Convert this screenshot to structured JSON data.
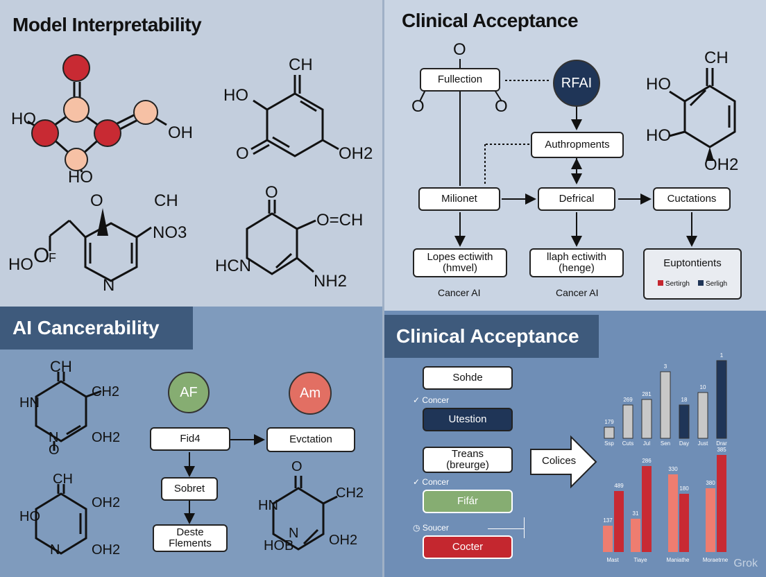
{
  "q1": {
    "title": "Model Interpretability",
    "mol1": {
      "ho_left": "HO",
      "oh_right": "OH",
      "ho_bottom": "HO"
    },
    "mol2": {
      "ch": "CH",
      "ho": "HO",
      "o": "O",
      "oh2": "OH2"
    },
    "mol3": {
      "o": "O",
      "ch": "CH",
      "no3": "NO3",
      "hoof": "HO",
      "o2": "O",
      "f": "F",
      "n": "N"
    },
    "mol4": {
      "o": "O",
      "och": "O=CH",
      "hcn": "HCN",
      "nh2": "NH2"
    }
  },
  "q2": {
    "title": "Clinical Acceptance",
    "fullection": "Fullection",
    "o_top": "O",
    "o_left": "O",
    "o_right": "O",
    "rfai": "RFAI",
    "authropments": "Authropments",
    "milionet": "Milionet",
    "defrical": "Defrical",
    "cuctations": "Cuctations",
    "lopes_l1": "Lopes ectiwith",
    "lopes_l2": "(hmvel)",
    "llaph_l1": "llaph ectiwith",
    "llaph_l2": "(henge)",
    "euptontients": "Euptontients",
    "legend1": "Sertirgh",
    "legend2": "Serligh",
    "cancer_ai_1": "Cancer AI",
    "cancer_ai_2": "Cancer AI",
    "chem": {
      "ch": "CH",
      "ho1": "HO",
      "ho2": "HO",
      "oh2": "OH2"
    }
  },
  "q3": {
    "title": "AI Cancerability",
    "af": "AF",
    "am": "Am",
    "fid4": "Fid4",
    "evctation": "Evctation",
    "sobret": "Sobret",
    "deste_l1": "Deste",
    "deste_l2": "Flements",
    "mol1": {
      "ch": "CH",
      "hn": "HN",
      "ch2": "CH2",
      "n": "N",
      "oh2": "OH2",
      "o": "O"
    },
    "mol2": {
      "ch": "CH",
      "oh2a": "OH2",
      "ho": "HO",
      "n": "N",
      "oh2b": "OH2"
    },
    "mol3": {
      "o": "O",
      "ch2": "CH2",
      "hn": "HN",
      "n": "N",
      "oh2": "OH2",
      "hob": "HOB"
    }
  },
  "q4": {
    "title": "Clinical Acceptance",
    "sohde": "Sohde",
    "concer1": "Concer",
    "utestion": "Utestion",
    "treans_l1": "Treans",
    "treans_l2": "(breurge)",
    "concer2": "Concer",
    "fifar": "Fifár",
    "soucer": "Soucer",
    "cocter": "Cocter",
    "colices": "Colices",
    "top_chart": {
      "categories": [
        "Ssp",
        "Cuts",
        "Jul",
        "Sen",
        "Day",
        "Just",
        "Drar"
      ],
      "values": [
        179,
        269,
        281,
        3,
        18,
        10,
        1
      ],
      "colors": [
        "#c8c8c8",
        "#c8c8c8",
        "#c8c8c8",
        "#c8c8c8",
        "#1f3557",
        "#c8c8c8",
        "#1f3557"
      ]
    },
    "bottom_chart": {
      "categories": [
        "Mast",
        "Tiaye",
        "Maniathe",
        "Moraetrne"
      ],
      "values": [
        [
          137,
          489
        ],
        [
          31,
          286
        ],
        [
          330,
          180
        ],
        [
          380,
          385
        ]
      ]
    },
    "watermark": "Grok"
  }
}
